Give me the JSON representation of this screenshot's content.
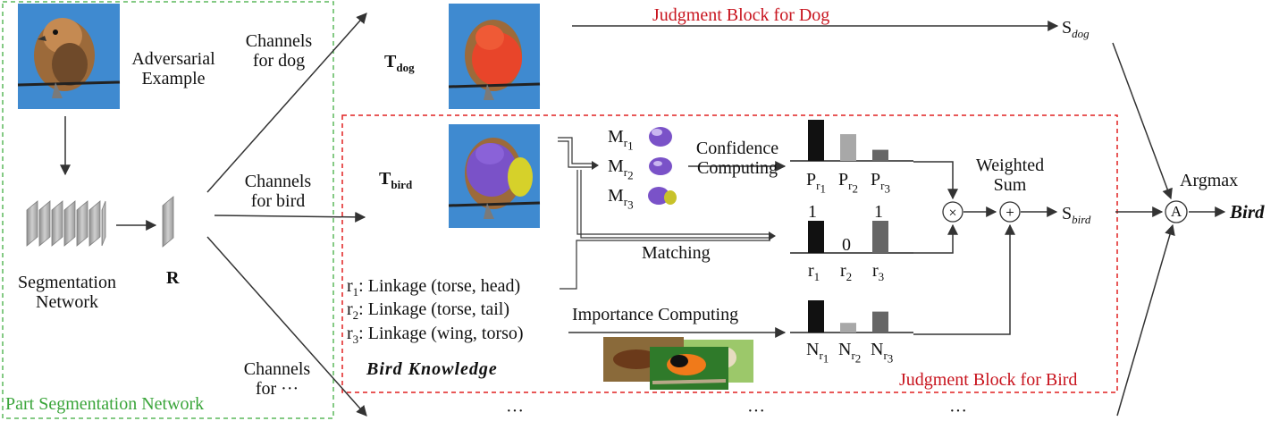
{
  "input": {
    "label_line1": "Adversarial",
    "label_line2": "Example"
  },
  "segmentation": {
    "label_line1": "Segmentation",
    "label_line2": "Network",
    "r_label": "R",
    "group_label": "Part Segmentation Network"
  },
  "channels": {
    "dog_line1": "Channels",
    "dog_line2": "for dog",
    "bird_line1": "Channels",
    "bird_line2": "for bird",
    "other_line1": "Channels",
    "other_line2": "for ···"
  },
  "dog": {
    "t_main": "T",
    "t_sub": "dog",
    "block_label": "Judgment Block for Dog",
    "score_main": "S",
    "score_sub": "dog"
  },
  "bird": {
    "t_main": "T",
    "t_sub": "bird",
    "block_label": "Judgment Block for Bird",
    "score_main": "S",
    "score_sub": "bird",
    "masks": [
      {
        "main": "M",
        "sub": "r",
        "subsub": "1"
      },
      {
        "main": "M",
        "sub": "r",
        "subsub": "2"
      },
      {
        "main": "M",
        "sub": "r",
        "subsub": "3"
      }
    ],
    "confidence_line1": "Confidence",
    "confidence_line2": "Computing",
    "p_labels": [
      {
        "main": "P",
        "sub": "r",
        "subsub": "1"
      },
      {
        "main": "P",
        "sub": "r",
        "subsub": "2"
      },
      {
        "main": "P",
        "sub": "r",
        "subsub": "3"
      }
    ],
    "matching_label": "Matching",
    "match_values": [
      "1",
      "0",
      "1"
    ],
    "r_labels": [
      {
        "main": "r",
        "sub": "1"
      },
      {
        "main": "r",
        "sub": "2"
      },
      {
        "main": "r",
        "sub": "3"
      }
    ],
    "importance_label": "Importance Computing",
    "n_labels": [
      {
        "main": "N",
        "sub": "r",
        "subsub": "1"
      },
      {
        "main": "N",
        "sub": "r",
        "subsub": "2"
      },
      {
        "main": "N",
        "sub": "r",
        "subsub": "3"
      }
    ],
    "weighted_line1": "Weighted",
    "weighted_line2": "Sum",
    "knowledge_title": "Bird Knowledge",
    "rules": [
      {
        "main": "r",
        "sub": "1",
        "text": ": Linkage (torse, head)"
      },
      {
        "main": "r",
        "sub": "2",
        "text": ": Linkage (torse, tail)"
      },
      {
        "main": "r",
        "sub": "3",
        "text": ": Linkage (wing, torso)"
      }
    ]
  },
  "bars": {
    "confidence": [
      1.0,
      0.65,
      0.27
    ],
    "matching": [
      1,
      0,
      1
    ],
    "importance": [
      1.0,
      0.3,
      0.65
    ]
  },
  "output": {
    "argmax_label": "Argmax",
    "argmax_symbol": "A",
    "result": "Bird"
  },
  "ellipsis": "···",
  "colors": {
    "green_box": "#5cb85c",
    "green_text": "#3aa53a",
    "red_box": "#e02020",
    "red_text": "#c8141e",
    "bar_black": "#111111",
    "bar_light": "#a8a8a8",
    "bar_mid": "#666666",
    "sky": "#3f8ad0"
  }
}
